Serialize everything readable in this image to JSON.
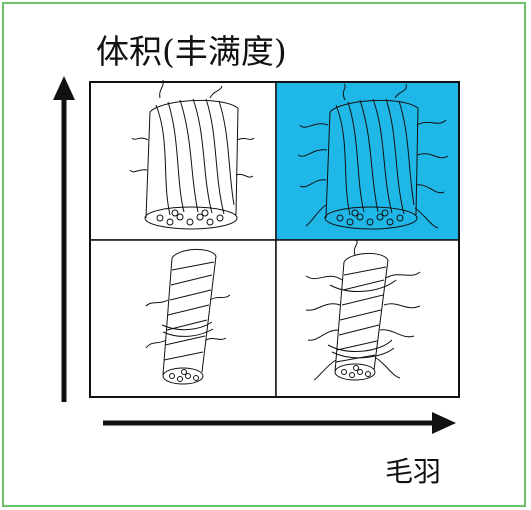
{
  "axes": {
    "y_label": "体积(丰满度)",
    "x_label": "毛羽"
  },
  "quadrants": [
    {
      "position": "top-left",
      "icon": "loose-fluffy-yarn-icon",
      "fill": "#ffffff"
    },
    {
      "position": "top-right",
      "icon": "loose-hairy-yarn-icon",
      "fill": "#1fb7e8"
    },
    {
      "position": "bottom-left",
      "icon": "compact-smooth-yarn-icon",
      "fill": "#ffffff"
    },
    {
      "position": "bottom-right",
      "icon": "compact-hairy-yarn-icon",
      "fill": "#ffffff"
    }
  ],
  "colors": {
    "frame": "#6cc36c",
    "highlight": "#1fb7e8",
    "ink": "#111111"
  }
}
